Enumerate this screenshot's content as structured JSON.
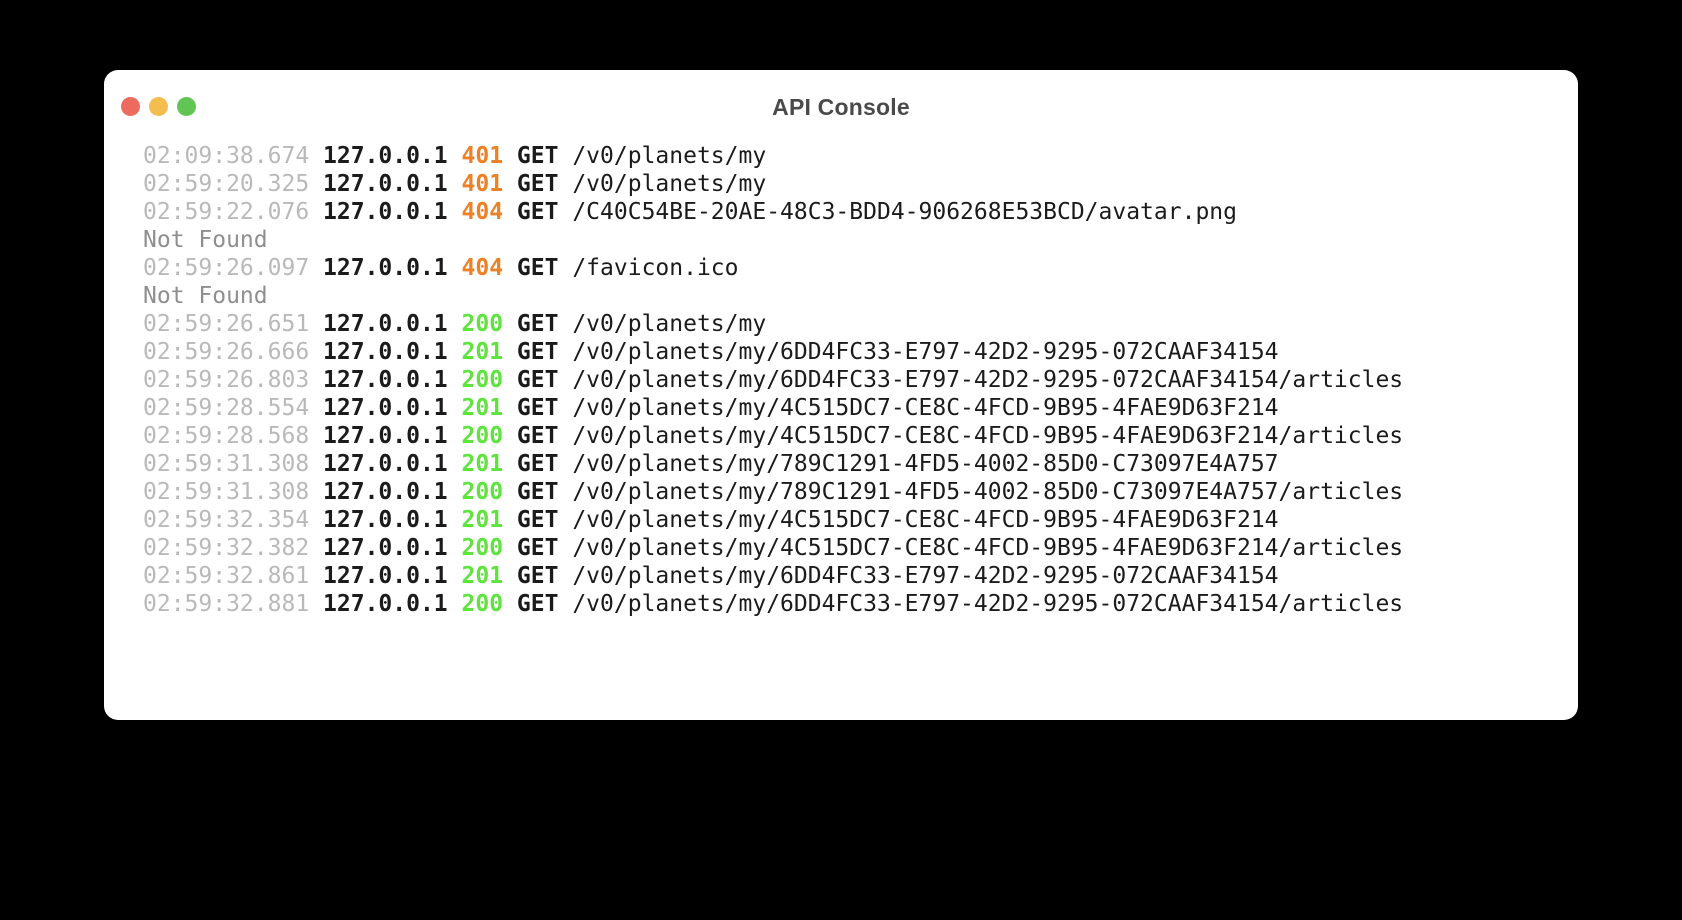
{
  "window": {
    "title": "API Console",
    "traffic_lights": [
      "close",
      "minimize",
      "zoom"
    ]
  },
  "colors": {
    "background": "#000000",
    "window": "#ffffff",
    "title_text": "#4a4a4a",
    "timestamp": "#b9b9b9",
    "message": "#8f8f8f",
    "text": "#1b1b1b",
    "status_error": "#ED8126",
    "status_success": "#5FE33E",
    "traffic_red": "#EC6A5E",
    "traffic_yellow": "#F4BE4F",
    "traffic_green": "#61C554"
  },
  "log": {
    "entries": [
      {
        "time": "02:09:38.674",
        "ip": "127.0.0.1",
        "status": "401",
        "status_type": "error",
        "method": "GET",
        "path": "/v0/planets/my"
      },
      {
        "time": "02:59:20.325",
        "ip": "127.0.0.1",
        "status": "401",
        "status_type": "error",
        "method": "GET",
        "path": "/v0/planets/my"
      },
      {
        "time": "02:59:22.076",
        "ip": "127.0.0.1",
        "status": "404",
        "status_type": "error",
        "method": "GET",
        "path": "/C40C54BE-20AE-48C3-BDD4-906268E53BCD/avatar.png",
        "message": "Not Found"
      },
      {
        "time": "02:59:26.097",
        "ip": "127.0.0.1",
        "status": "404",
        "status_type": "error",
        "method": "GET",
        "path": "/favicon.ico",
        "message": "Not Found"
      },
      {
        "time": "02:59:26.651",
        "ip": "127.0.0.1",
        "status": "200",
        "status_type": "success",
        "method": "GET",
        "path": "/v0/planets/my"
      },
      {
        "time": "02:59:26.666",
        "ip": "127.0.0.1",
        "status": "201",
        "status_type": "success",
        "method": "GET",
        "path": "/v0/planets/my/6DD4FC33-E797-42D2-9295-072CAAF34154"
      },
      {
        "time": "02:59:26.803",
        "ip": "127.0.0.1",
        "status": "200",
        "status_type": "success",
        "method": "GET",
        "path": "/v0/planets/my/6DD4FC33-E797-42D2-9295-072CAAF34154/articles"
      },
      {
        "time": "02:59:28.554",
        "ip": "127.0.0.1",
        "status": "201",
        "status_type": "success",
        "method": "GET",
        "path": "/v0/planets/my/4C515DC7-CE8C-4FCD-9B95-4FAE9D63F214"
      },
      {
        "time": "02:59:28.568",
        "ip": "127.0.0.1",
        "status": "200",
        "status_type": "success",
        "method": "GET",
        "path": "/v0/planets/my/4C515DC7-CE8C-4FCD-9B95-4FAE9D63F214/articles"
      },
      {
        "time": "02:59:31.308",
        "ip": "127.0.0.1",
        "status": "201",
        "status_type": "success",
        "method": "GET",
        "path": "/v0/planets/my/789C1291-4FD5-4002-85D0-C73097E4A757"
      },
      {
        "time": "02:59:31.308",
        "ip": "127.0.0.1",
        "status": "200",
        "status_type": "success",
        "method": "GET",
        "path": "/v0/planets/my/789C1291-4FD5-4002-85D0-C73097E4A757/articles"
      },
      {
        "time": "02:59:32.354",
        "ip": "127.0.0.1",
        "status": "201",
        "status_type": "success",
        "method": "GET",
        "path": "/v0/planets/my/4C515DC7-CE8C-4FCD-9B95-4FAE9D63F214"
      },
      {
        "time": "02:59:32.382",
        "ip": "127.0.0.1",
        "status": "200",
        "status_type": "success",
        "method": "GET",
        "path": "/v0/planets/my/4C515DC7-CE8C-4FCD-9B95-4FAE9D63F214/articles"
      },
      {
        "time": "02:59:32.861",
        "ip": "127.0.0.1",
        "status": "201",
        "status_type": "success",
        "method": "GET",
        "path": "/v0/planets/my/6DD4FC33-E797-42D2-9295-072CAAF34154"
      },
      {
        "time": "02:59:32.881",
        "ip": "127.0.0.1",
        "status": "200",
        "status_type": "success",
        "method": "GET",
        "path": "/v0/planets/my/6DD4FC33-E797-42D2-9295-072CAAF34154/articles"
      }
    ]
  }
}
